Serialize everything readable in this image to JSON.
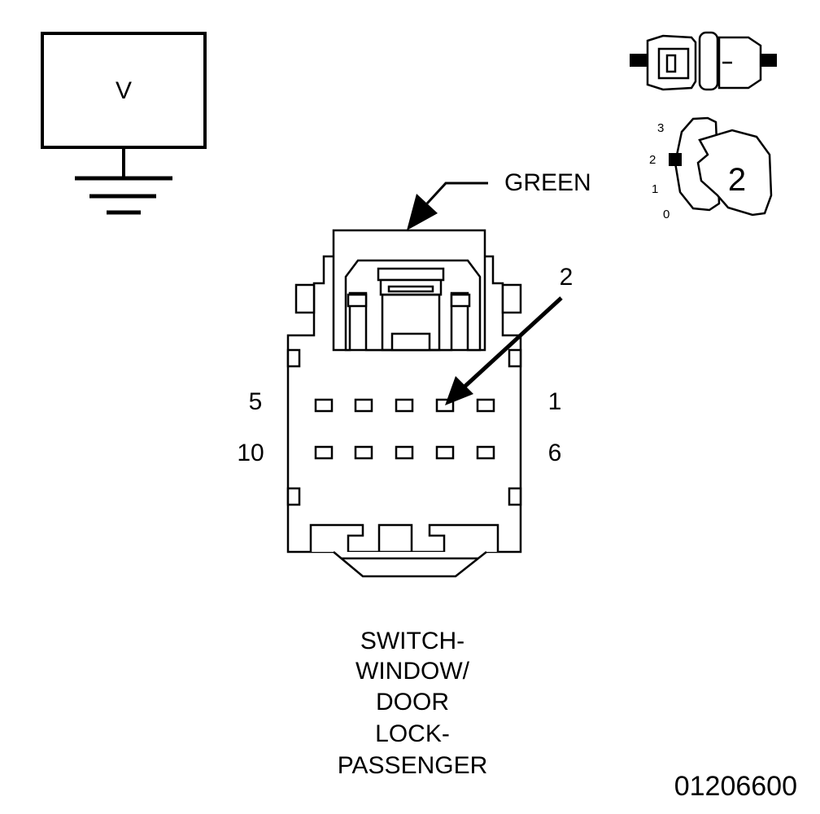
{
  "meter": {
    "label": "V"
  },
  "wire_color": "GREEN",
  "callout_pin": "2",
  "pin_labels": {
    "top_left": "5",
    "top_right": "1",
    "bottom_left": "10",
    "bottom_right": "6"
  },
  "probe_positions": [
    "3",
    "2",
    "1",
    "0"
  ],
  "probe_position_selected": "2",
  "caption_lines": [
    "SWITCH-",
    "WINDOW/",
    "DOOR",
    "LOCK-",
    "PASSENGER"
  ],
  "figure_id": "01206600"
}
